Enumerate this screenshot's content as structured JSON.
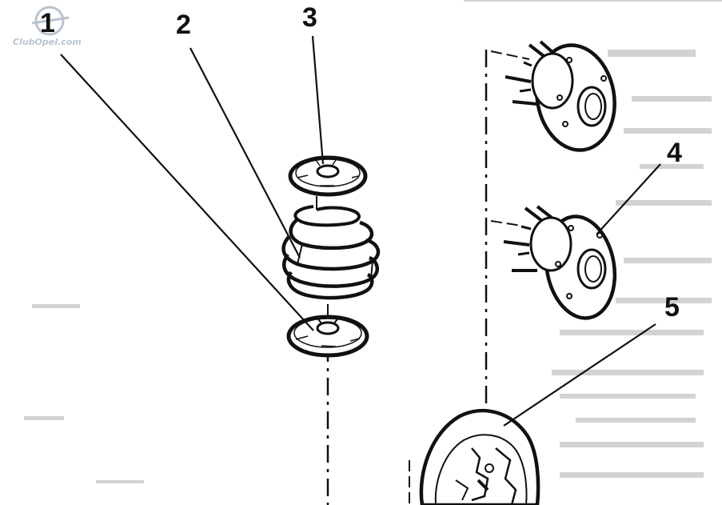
{
  "watermark": {
    "text": "ClubOpel.com"
  },
  "callouts": [
    {
      "number": "1"
    },
    {
      "number": "2"
    },
    {
      "number": "3"
    },
    {
      "number": "4"
    },
    {
      "number": "5"
    }
  ],
  "colors": {
    "ink": "#111111",
    "background": "#ffffff",
    "watermark": "#b8c4d0",
    "bleed_through": "#d2d2d2"
  }
}
